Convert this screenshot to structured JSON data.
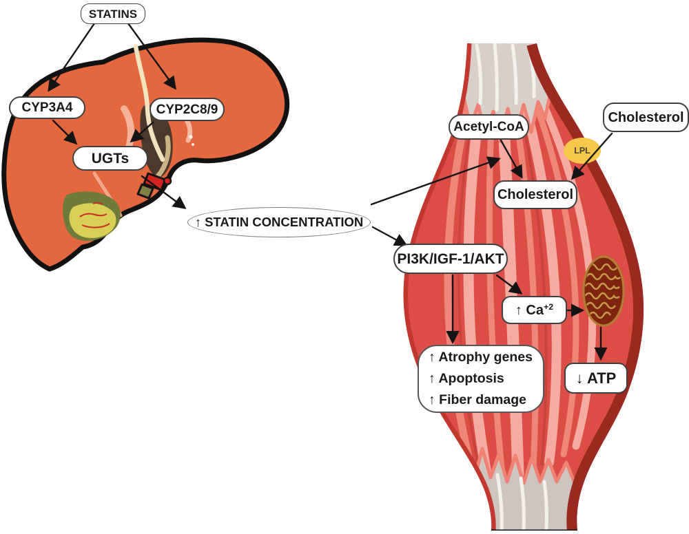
{
  "palette": {
    "liver_orange": "#E4673F",
    "muscle_red": "#DC4E45",
    "muscle_dark_edge": "#9A291F",
    "muscle_stripe_light": "#F5ABA0",
    "tendon_beige": "#D9CFC9",
    "lpl_yellow": "#F6C94B",
    "mitochondria_brown": "#7E2410",
    "mitochondria_gold": "#C69C4C",
    "label_text": "#1A1A1A"
  },
  "liver": {
    "statins": "STATINS",
    "cyp3a4": "CYP3A4",
    "cyp2c89": "CYP2C8/9",
    "ugts": "UGTs"
  },
  "pathway": {
    "statin_concentration": "↑ STATIN CONCENTRATION",
    "acetyl_coa": "Acetyl-CoA",
    "cholesterol_external": "Cholesterol",
    "lpl": "LPL",
    "cholesterol_muscle": "Cholesterol",
    "pi3k": "PI3K/IGF-1/AKT",
    "calcium": "↑ Ca",
    "calcium_sup": "+2",
    "atrophy_lines": [
      "↑ Atrophy genes",
      "↑ Apoptosis",
      "↑ Fiber damage"
    ],
    "atp": "↓ ATP"
  }
}
